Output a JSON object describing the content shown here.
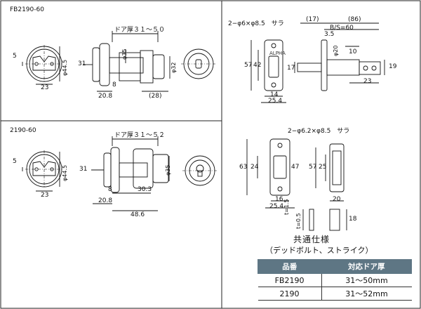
{
  "panels": {
    "top_left_label": "FB2190-60",
    "bottom_left_label": "2190-60"
  },
  "dims": {
    "tl": {
      "d5": "5",
      "d23": "23",
      "d31": "31",
      "phi445": "φ44.5",
      "door": "ドア厚３１～５０",
      "phi35": "φ35",
      "d8": "8",
      "d208": "20.8",
      "d28": "(28)",
      "phi32": "φ32"
    },
    "bl": {
      "d5": "5",
      "d23": "23",
      "d31": "31",
      "phi445": "φ44.5",
      "door": "ドア厚３１～５２",
      "phi35": "φ35",
      "d8": "8",
      "d303": "30.3",
      "d208": "20.8",
      "d486": "48.6"
    },
    "tr": {
      "screw": "2−φ6×φ8.5　サラ",
      "d17": "(17)",
      "d86": "(86)",
      "bs": "B/S=60",
      "d35": "3.5",
      "d57": "57",
      "d42": "42",
      "phi20": "φ20",
      "d17b": "17",
      "d10": "10",
      "d23": "23",
      "d19": "19",
      "d14": "14",
      "d254": "25.4",
      "brand": "ALPHA"
    },
    "br": {
      "screw": "2−φ6.2×φ8.5　サラ",
      "d63": "63",
      "d24": "24",
      "d47": "47",
      "d16": "16",
      "d254": "25.4",
      "t15": "t=1.5",
      "d57": "57",
      "d25": "25",
      "d20": "20",
      "t05": "t=0.5",
      "d18": "18"
    }
  },
  "spec": {
    "heading": "共通仕様",
    "subheading": "（デッドボルト、ストライク）",
    "columns": [
      "品番",
      "対応ドア厚"
    ],
    "rows": [
      [
        "FB2190",
        "31～50mm"
      ],
      [
        "2190",
        "31～52mm"
      ]
    ]
  }
}
